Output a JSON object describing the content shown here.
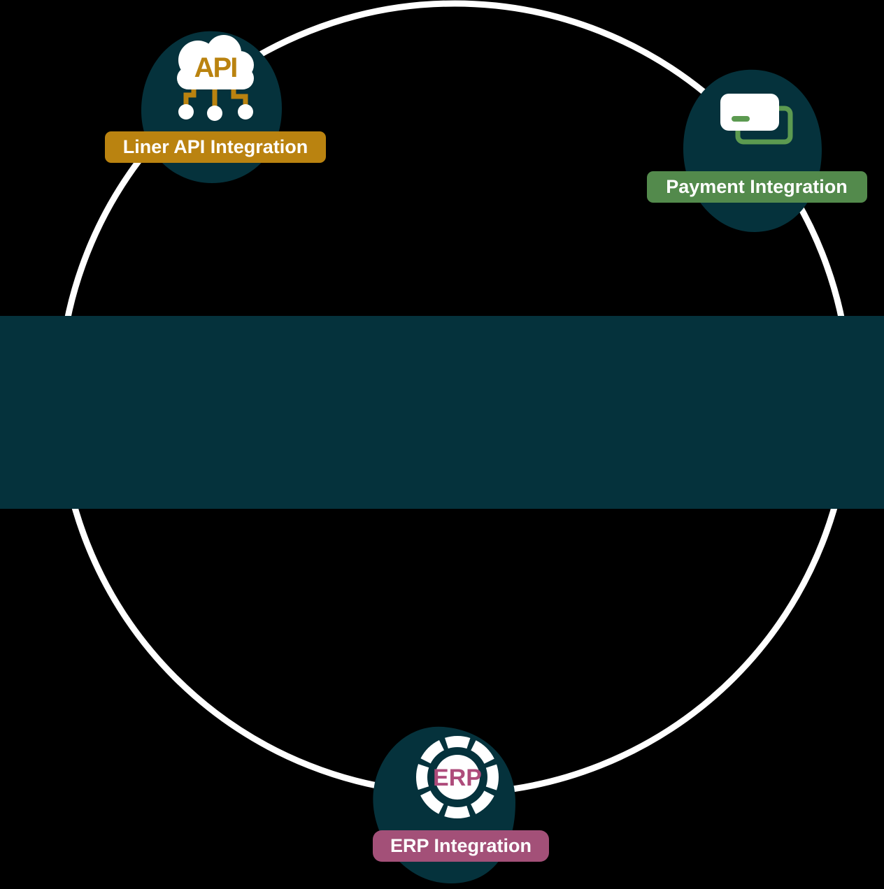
{
  "diagram": {
    "background": "#000000",
    "ring_color": "#FFFFFF",
    "band_color": "#05323C",
    "blob_color": "#05323C"
  },
  "nodes": [
    {
      "id": "liner-api",
      "label": "Liner API Integration",
      "label_bg": "#BA8310",
      "label_text_color": "#FFFFFF",
      "icon": "api-cloud-icon",
      "icon_text": "API",
      "icon_accent": "#BA8310"
    },
    {
      "id": "payment",
      "label": "Payment Integration",
      "label_bg": "#538A4C",
      "label_text_color": "#FFFFFF",
      "icon": "payment-cards-icon",
      "icon_accent": "#5C9A50"
    },
    {
      "id": "erp",
      "label": "ERP Integration",
      "label_bg": "#A35078",
      "label_text_color": "#FFFFFF",
      "icon": "erp-chip-icon",
      "icon_text": "ERP",
      "icon_accent": "#AE4C7B"
    }
  ]
}
